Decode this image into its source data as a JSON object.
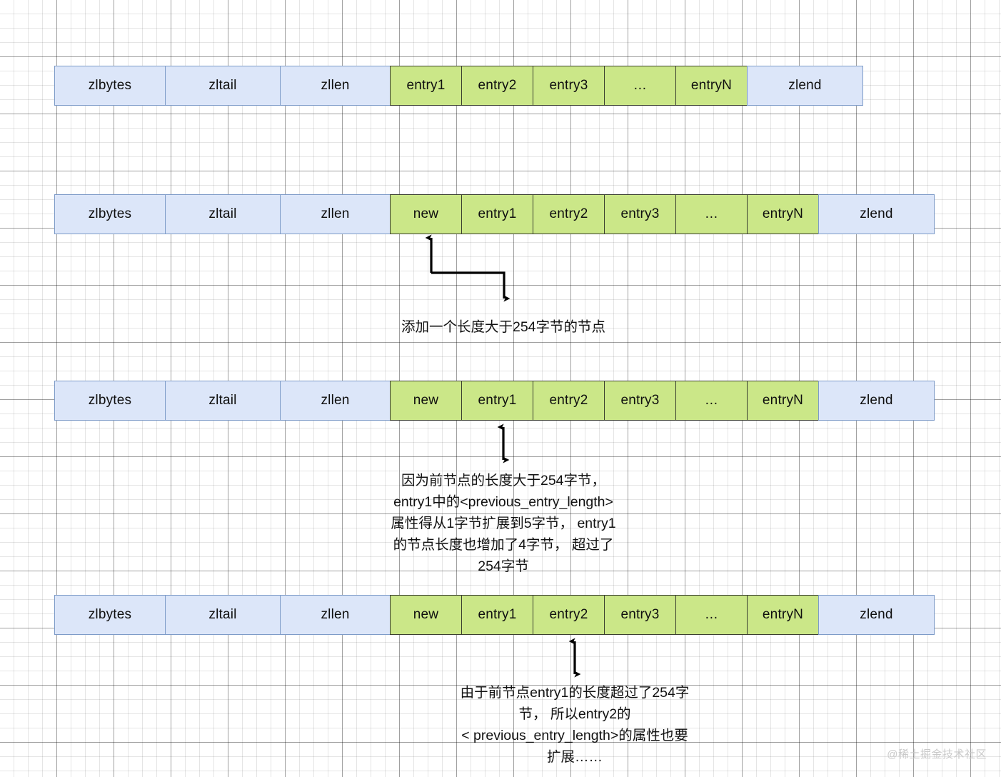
{
  "diagram": {
    "title": "Redis ziplist connected-update (连锁更新) illustration",
    "colors": {
      "header_fill": "#dce6f9",
      "header_stroke": "#7d9bc8",
      "entry_fill": "#cbe788",
      "entry_stroke": "#3a3f30",
      "text": "#0f0f0f",
      "grid_major": "#4d4d4d",
      "grid_minor": "#e0e0e0",
      "watermark": "#c9c9c9"
    },
    "rows": [
      {
        "id": "row-initial",
        "cells": [
          {
            "label": "zlbytes",
            "kind": "header",
            "width": 156
          },
          {
            "label": "zltail",
            "kind": "header",
            "width": 162
          },
          {
            "label": "zllen",
            "kind": "header",
            "width": 155
          },
          {
            "label": "entry1",
            "kind": "entry",
            "width": 101
          },
          {
            "label": "entry2",
            "kind": "entry",
            "width": 101
          },
          {
            "label": "entry3",
            "kind": "entry",
            "width": 101
          },
          {
            "label": "…",
            "kind": "entry",
            "width": 101
          },
          {
            "label": "entryN",
            "kind": "entry",
            "width": 101
          },
          {
            "label": "zlend",
            "kind": "header",
            "width": 163
          }
        ]
      },
      {
        "id": "row-after-insert",
        "cells": [
          {
            "label": "zlbytes",
            "kind": "header",
            "width": 156
          },
          {
            "label": "zltail",
            "kind": "header",
            "width": 162
          },
          {
            "label": "zllen",
            "kind": "header",
            "width": 155
          },
          {
            "label": "new",
            "kind": "entry",
            "width": 101
          },
          {
            "label": "entry1",
            "kind": "entry",
            "width": 101
          },
          {
            "label": "entry2",
            "kind": "entry",
            "width": 101
          },
          {
            "label": "entry3",
            "kind": "entry",
            "width": 101
          },
          {
            "label": "…",
            "kind": "entry",
            "width": 101
          },
          {
            "label": "entryN",
            "kind": "entry",
            "width": 101
          },
          {
            "label": "zlend",
            "kind": "header",
            "width": 163
          }
        ]
      },
      {
        "id": "row-entry1-expanded",
        "cells": [
          {
            "label": "zlbytes",
            "kind": "header",
            "width": 156
          },
          {
            "label": "zltail",
            "kind": "header",
            "width": 162
          },
          {
            "label": "zllen",
            "kind": "header",
            "width": 155
          },
          {
            "label": "new",
            "kind": "entry",
            "width": 101
          },
          {
            "label": "entry1",
            "kind": "entry",
            "width": 101
          },
          {
            "label": "entry2",
            "kind": "entry",
            "width": 101
          },
          {
            "label": "entry3",
            "kind": "entry",
            "width": 101
          },
          {
            "label": "…",
            "kind": "entry",
            "width": 101
          },
          {
            "label": "entryN",
            "kind": "entry",
            "width": 101
          },
          {
            "label": "zlend",
            "kind": "header",
            "width": 163
          }
        ]
      },
      {
        "id": "row-entry2-expanded",
        "cells": [
          {
            "label": "zlbytes",
            "kind": "header",
            "width": 156
          },
          {
            "label": "zltail",
            "kind": "header",
            "width": 162
          },
          {
            "label": "zllen",
            "kind": "header",
            "width": 155
          },
          {
            "label": "new",
            "kind": "entry",
            "width": 101
          },
          {
            "label": "entry1",
            "kind": "entry",
            "width": 101
          },
          {
            "label": "entry2",
            "kind": "entry",
            "width": 101
          },
          {
            "label": "entry3",
            "kind": "entry",
            "width": 101
          },
          {
            "label": "…",
            "kind": "entry",
            "width": 101
          },
          {
            "label": "entryN",
            "kind": "entry",
            "width": 101
          },
          {
            "label": "zlend",
            "kind": "header",
            "width": 163
          }
        ]
      }
    ],
    "annotations": [
      {
        "id": "annotation-insert",
        "text": "添加一个长度大于254字节的节点",
        "points_to": "new"
      },
      {
        "id": "annotation-entry1",
        "text": "因为前节点的长度大于254字节，\nentry1中的<previous_entry_length>\n属性得从1字节扩展到5字节， entry1\n的节点长度也增加了4字节， 超过了\n254字节",
        "points_to": "entry1"
      },
      {
        "id": "annotation-entry2",
        "text": "由于前节点entry1的长度超过了254字\n节， 所以entry2的\n< previous_entry_length>的属性也要\n扩展……",
        "points_to": "entry2"
      }
    ],
    "watermark": "@稀土掘金技术社区"
  }
}
